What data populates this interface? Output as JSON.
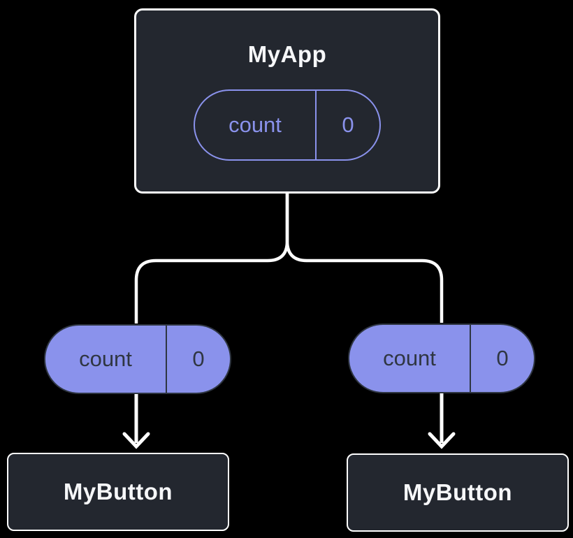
{
  "colors": {
    "background": "#000000",
    "node-bg": "#23272f",
    "node-border": "#ffffff",
    "purple": "#8a92ec",
    "pill-dark": "#2f3642",
    "line": "#ffffff",
    "text-light": "#f6f7f9"
  },
  "diagram": {
    "root": {
      "label": "MyApp",
      "state": {
        "name": "count",
        "value": "0"
      }
    },
    "children": [
      {
        "label": "MyButton",
        "prop": {
          "name": "count",
          "value": "0"
        }
      },
      {
        "label": "MyButton",
        "prop": {
          "name": "count",
          "value": "0"
        }
      }
    ]
  }
}
